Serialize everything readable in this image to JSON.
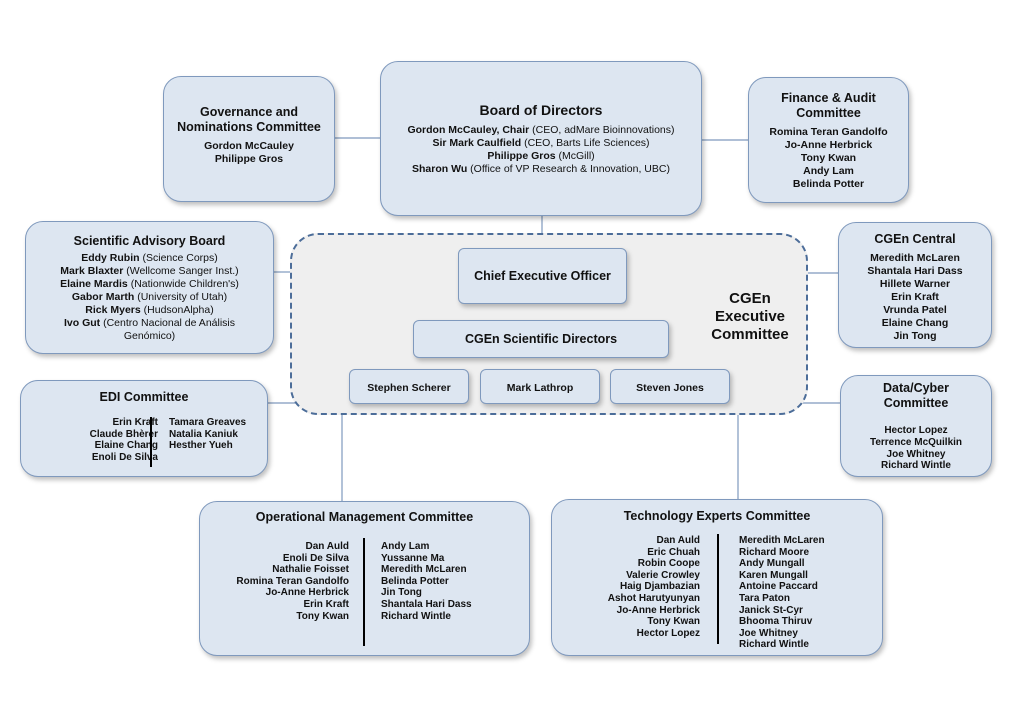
{
  "board": {
    "title": "Board of Directors",
    "members": [
      {
        "name": "Gordon McCauley, Chair",
        "aff": " (CEO, adMare Bioinnovations)"
      },
      {
        "name": "Sir Mark Caulfield",
        "aff": " (CEO, Barts Life Sciences)"
      },
      {
        "name": "Philippe Gros",
        "aff": " (McGill)"
      },
      {
        "name": "Sharon Wu",
        "aff": " (Office of VP Research & Innovation, UBC)"
      }
    ]
  },
  "governance": {
    "title_line1": "Governance and",
    "title_line2": "Nominations Committee",
    "members": [
      "Gordon McCauley",
      "Philippe Gros"
    ]
  },
  "finance": {
    "title_line1": "Finance & Audit",
    "title_line2": "Committee",
    "members": [
      "Romina Teran Gandolfo",
      "Jo-Anne Herbrick",
      "Tony Kwan",
      "Andy Lam",
      "Belinda Potter"
    ]
  },
  "sab": {
    "title": "Scientific Advisory Board",
    "members": [
      {
        "name": "Eddy Rubin",
        "aff": " (Science Corps)"
      },
      {
        "name": "Mark Blaxter",
        "aff": " (Wellcome Sanger Inst.)"
      },
      {
        "name": "Elaine Mardis",
        "aff": " (Nationwide Children's)"
      },
      {
        "name": "Gabor Marth",
        "aff": " (University of Utah)"
      },
      {
        "name": "Rick Myers",
        "aff": " (HudsonAlpha)"
      },
      {
        "name": "Ivo Gut",
        "aff": " (Centro Nacional de Análisis"
      }
    ],
    "last_line": "Genómico)"
  },
  "central": {
    "title": "CGEn Central",
    "members": [
      "Meredith McLaren",
      "Shantala Hari Dass",
      "Hillete Warner",
      "Erin Kraft",
      "Vrunda Patel",
      "Elaine Chang",
      "Jin Tong"
    ]
  },
  "exec": {
    "label_line1": "CGEn",
    "label_line2": "Executive",
    "label_line3": "Committee",
    "ceo": "Chief Executive Officer",
    "sci_directors": "CGEn Scientific Directors",
    "directors": [
      "Stephen Scherer",
      "Mark Lathrop",
      "Steven Jones"
    ]
  },
  "edi": {
    "title": "EDI Committee",
    "left": [
      "Erin Kraft",
      "Claude Bhèrer",
      "Elaine Chang",
      "Enoli De Silva"
    ],
    "right": [
      "Tamara Greaves",
      "Natalia Kaniuk",
      "Hesther Yueh"
    ]
  },
  "datacyber": {
    "title_line1": "Data/Cyber",
    "title_line2": "Committee",
    "members": [
      "Hector Lopez",
      "Terrence McQuilkin",
      "Joe Whitney",
      "Richard Wintle"
    ]
  },
  "opman": {
    "title": "Operational Management Committee",
    "left": [
      "Dan Auld",
      "Enoli De Silva",
      "Nathalie Foisset",
      "Romina Teran Gandolfo",
      "Jo-Anne Herbrick",
      "Erin Kraft",
      "Tony Kwan"
    ],
    "right": [
      "Andy Lam",
      "Yussanne Ma",
      "Meredith McLaren",
      "Belinda Potter",
      "Jin Tong",
      "Shantala Hari Dass",
      "Richard Wintle"
    ]
  },
  "tech": {
    "title": "Technology Experts Committee",
    "left": [
      "Dan Auld",
      "Eric Chuah",
      "Robin Coope",
      "Valerie Crowley",
      "Haig Djambazian",
      "Ashot Harutyunyan",
      "Jo-Anne Herbrick",
      "Tony Kwan",
      "Hector Lopez"
    ],
    "right": [
      "Meredith McLaren",
      "Richard Moore",
      "Andy Mungall",
      "Karen Mungall",
      "Antoine Paccard",
      "Tara Paton",
      "Janick St-Cyr",
      "Bhooma Thiruv",
      "Joe Whitney",
      "Richard Wintle"
    ]
  },
  "colors": {
    "box_fill": "#dde6f1",
    "box_border": "#7f99bd",
    "exec_border": "#4c6d99",
    "connector": "#7f99bd"
  }
}
